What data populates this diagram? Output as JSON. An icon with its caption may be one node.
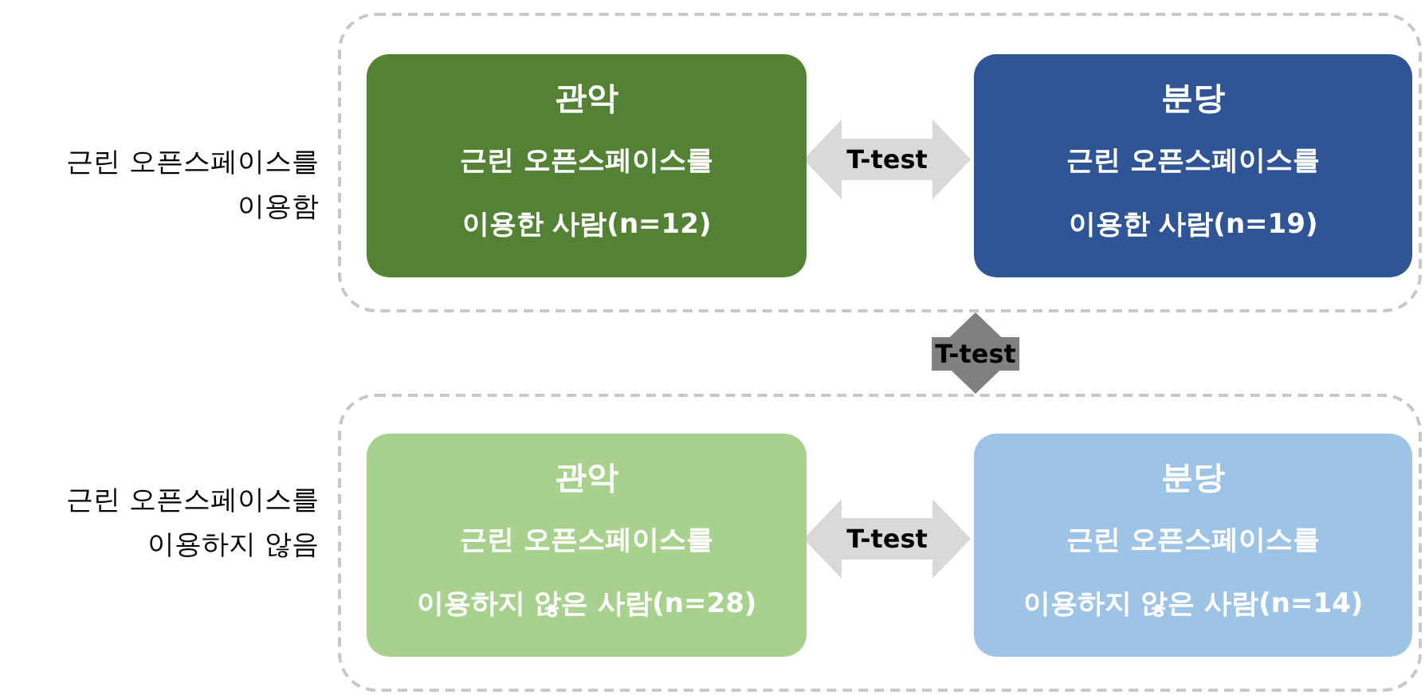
{
  "diagram": {
    "nodes": [
      {
        "text": [],
        "shape": "box",
        "beside": [
          "근린 오픈스페이스를 이용함"
        ]
      },
      {
        "text": [
          "관악",
          "근린 오픈스페이스를 이용한 사람(n=12)"
        ],
        "in": 0
      },
      {
        "text": [
          "분당",
          "근린 오픈스페이스를 이용한 사람(n=19)"
        ],
        "in": 0
      },
      {
        "text": [],
        "shape": "box",
        "beside": [
          "근린 오픈스페이스를 이용하지 않음"
        ]
      },
      {
        "text": [
          "관악",
          "근린 오픈스페이스를 이용하지 않은 사람(n=28)"
        ],
        "in": 3
      },
      {
        "text": [
          "분당",
          "근린 오픈스페이스를 이용하지 않은 사람(n=14)"
        ],
        "in": 3
      }
    ],
    "edges": [
      {
        "from": 1,
        "to": 2,
        "arrow": "both",
        "label": "T-test"
      },
      {
        "from": 0,
        "to": 3,
        "arrow": "both",
        "label": "T-test",
        "color": "#808080"
      },
      {
        "from": 4,
        "to": 5,
        "arrow": "both",
        "label": "T-test"
      }
    ]
  }
}
